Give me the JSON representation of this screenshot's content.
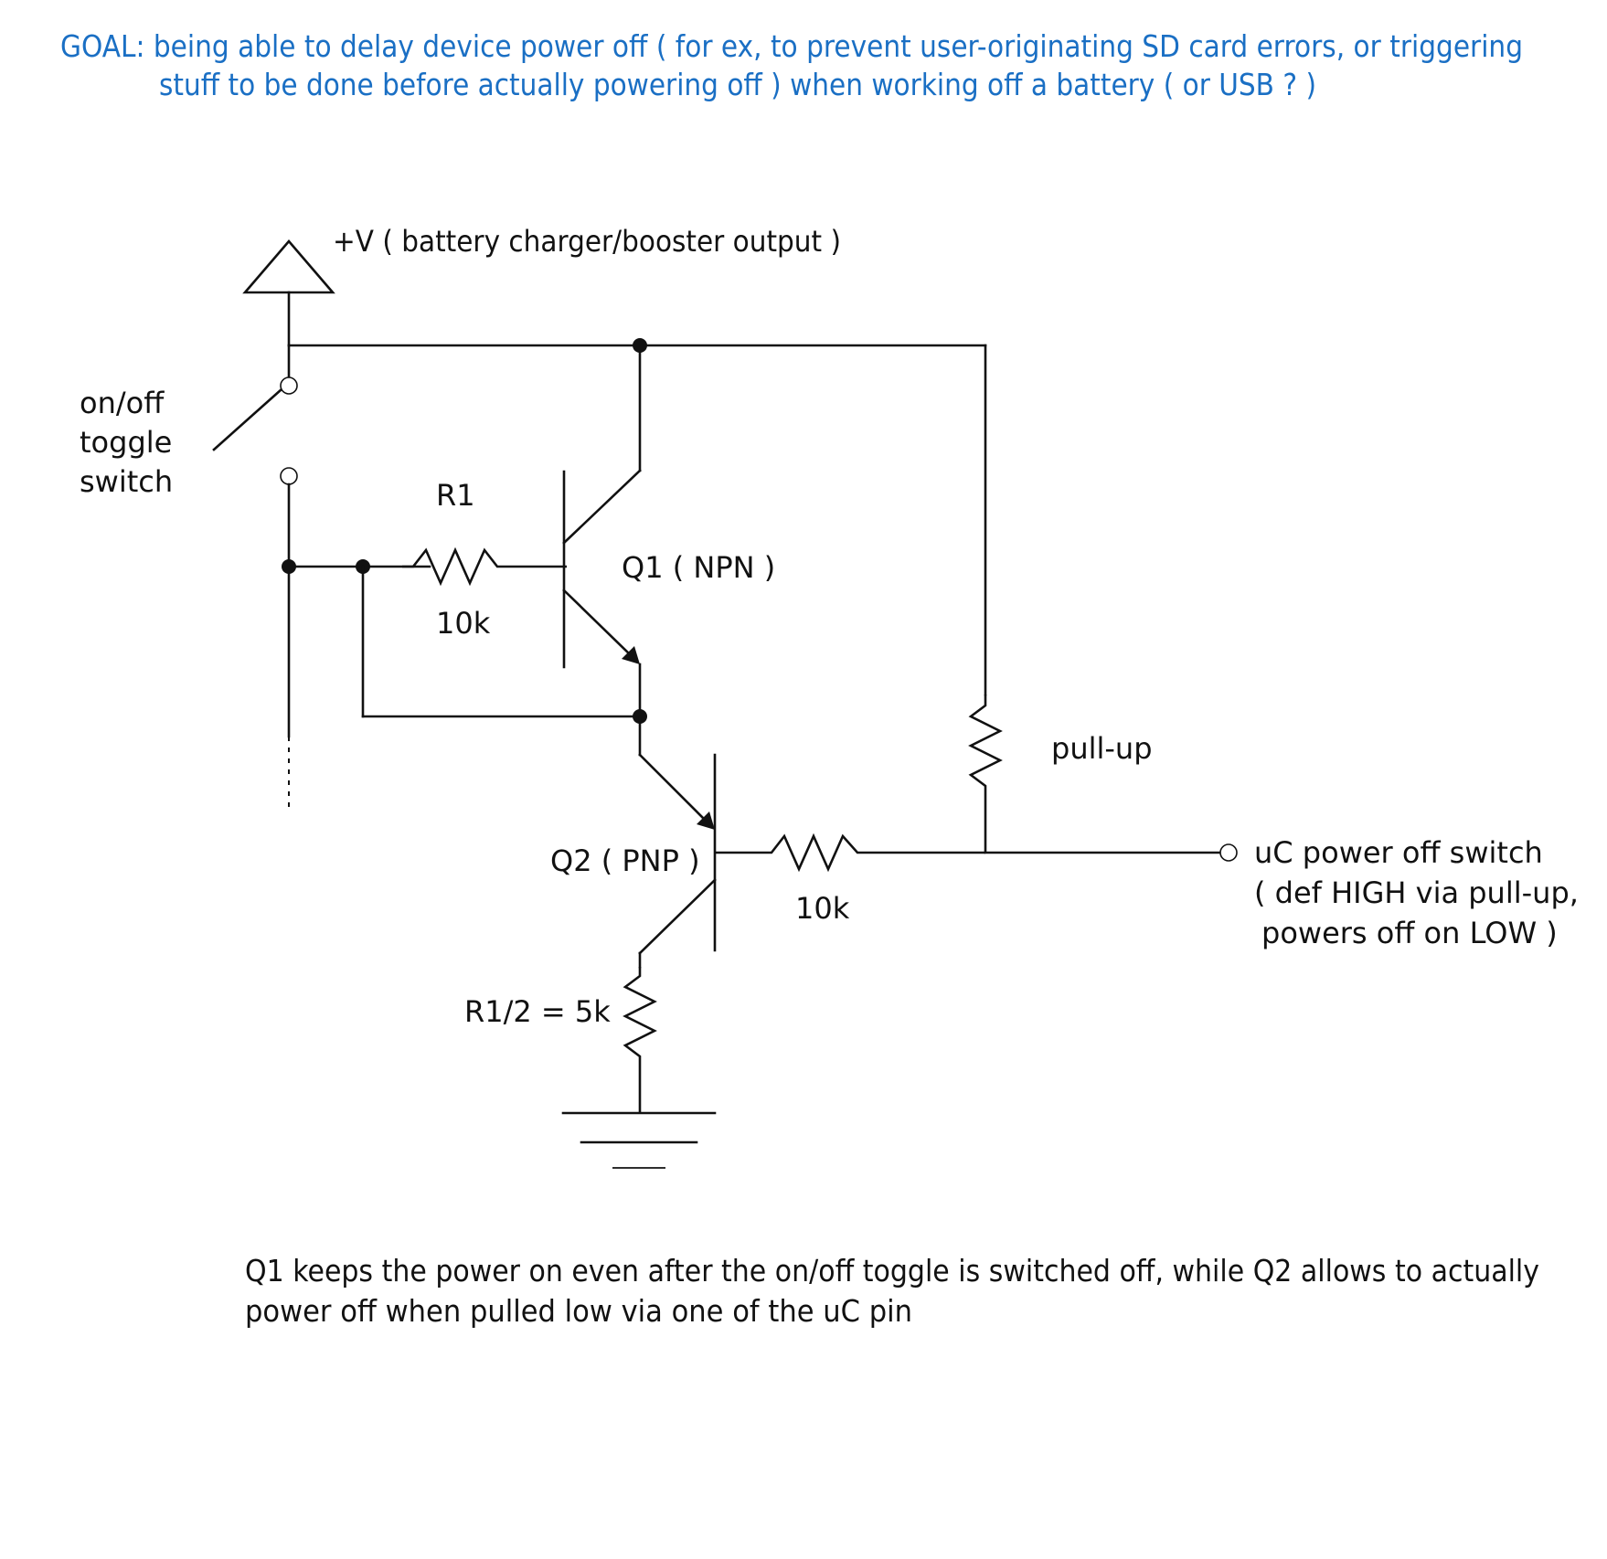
{
  "goal": {
    "line1": "GOAL: being able to delay device power off ( for ex, to prevent user-originating SD card errors, or triggering",
    "line2": "stuff to be done before actually powering off ) when working off a battery ( or USB ? )",
    "color": "#1a6fc4"
  },
  "labels": {
    "vplus": "+V ( battery charger/booster output )",
    "toggle_line1": "on/off",
    "toggle_line2": "toggle",
    "toggle_line3": "switch",
    "r1_name": "R1",
    "r1_value": "10k",
    "q1": "Q1 ( NPN )",
    "q2": "Q2 ( PNP )",
    "pullup": "pull-up",
    "base_res_value": "10k",
    "r_emitter": "R1/2 = 5k",
    "uc_line1": "uC power off switch",
    "uc_line2": "( def HIGH via pull-up,",
    "uc_line3": "powers off on LOW )"
  },
  "note": {
    "line1": "Q1 keeps the power on even after the on/off toggle is switched off, while Q2 allows to actually",
    "line2": "power off when pulled low via one of the uC pin"
  },
  "icons": {
    "supply": "voltage-supply-triangle-icon",
    "ground": "ground-icon",
    "switch": "toggle-switch-icon"
  }
}
